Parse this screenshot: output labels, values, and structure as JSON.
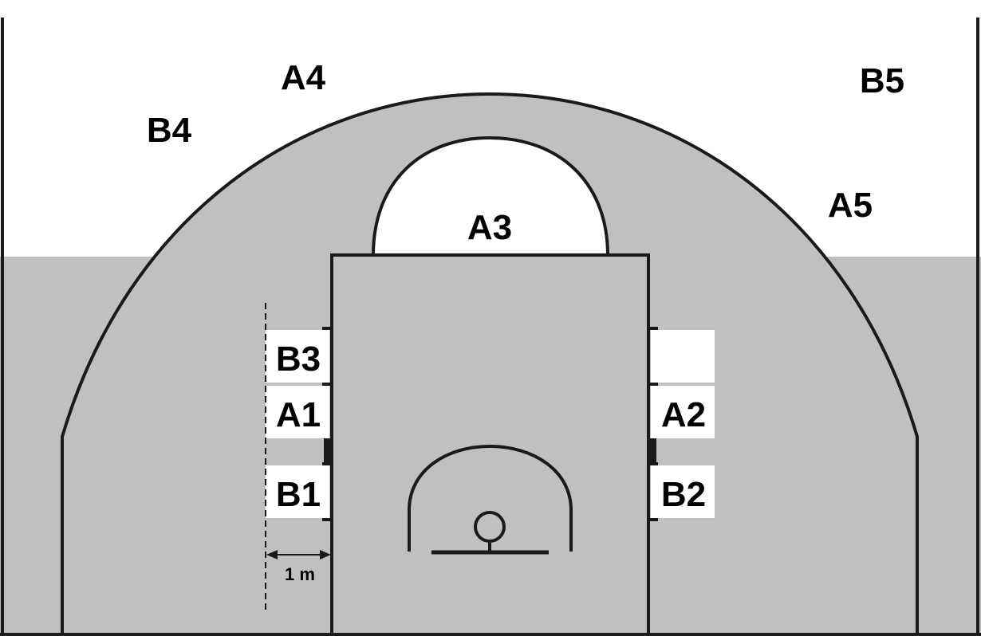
{
  "colors": {
    "court_fill": "#c0c0c0",
    "background": "#ffffff",
    "line": "#1a1a1a",
    "box_fill": "#ffffff"
  },
  "positions": {
    "A1": "A1",
    "A2": "A2",
    "A3": "A3",
    "A4": "A4",
    "A5": "A5",
    "B1": "B1",
    "B2": "B2",
    "B3": "B3",
    "B4": "B4",
    "B5": "B5"
  },
  "dimension": {
    "label": "1 m"
  }
}
